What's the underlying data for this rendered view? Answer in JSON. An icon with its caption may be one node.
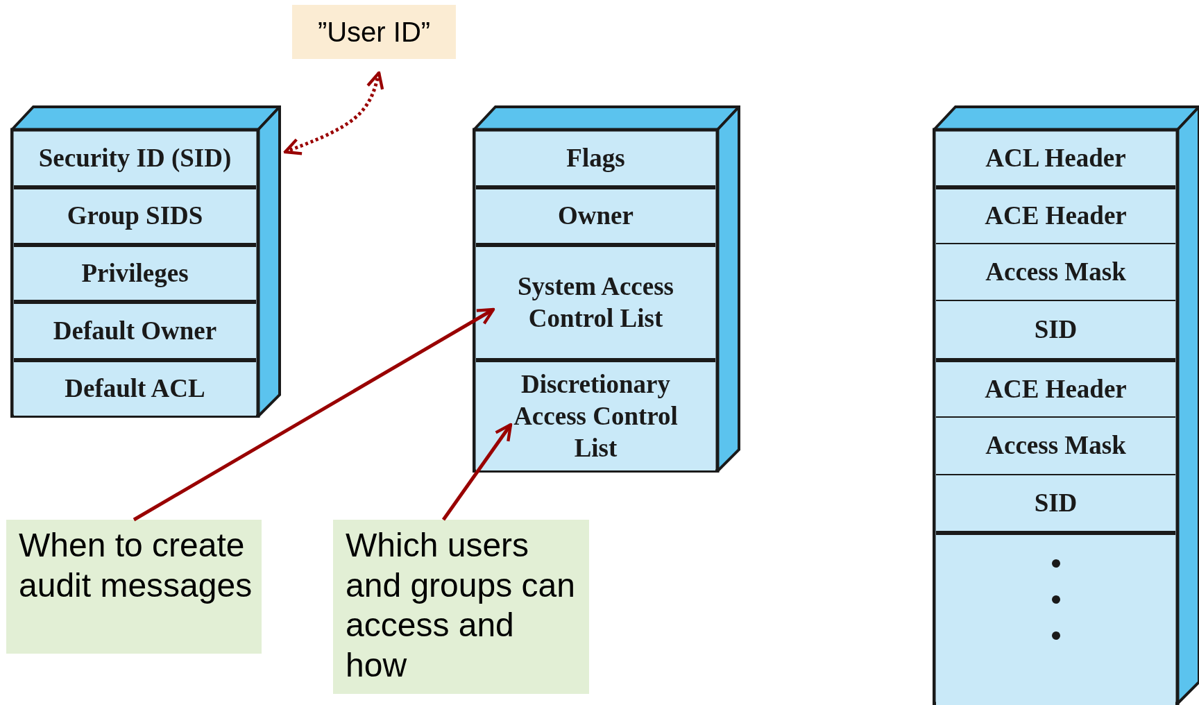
{
  "diagram": {
    "nodes": [
      {
        "text": [
          "”User ID”"
        ]
      },
      {
        "text": [],
        "shape": "box"
      },
      {
        "text": [
          "Security ID (SID)"
        ],
        "in": 1
      },
      {
        "text": [
          "Group SIDS"
        ],
        "in": 1
      },
      {
        "text": [
          "Privileges"
        ],
        "in": 1
      },
      {
        "text": [
          "Default Owner"
        ],
        "in": 1
      },
      {
        "text": [
          "Default ACL"
        ],
        "in": 1
      },
      {
        "text": [],
        "shape": "box"
      },
      {
        "text": [
          "Flags"
        ],
        "in": 7
      },
      {
        "text": [
          "Owner"
        ],
        "in": 7
      },
      {
        "text": [
          "System Access Control List"
        ],
        "in": 7
      },
      {
        "text": [
          "Discretionary Access Control List"
        ],
        "in": 7
      },
      {
        "text": [],
        "shape": "box"
      },
      {
        "text": [
          "ACL Header"
        ],
        "in": 12
      },
      {
        "text": [
          "ACE Header"
        ],
        "in": 12
      },
      {
        "text": [
          "Access Mask"
        ],
        "in": 12
      },
      {
        "text": [
          "SID"
        ],
        "in": 12
      },
      {
        "text": [
          "ACE Header"
        ],
        "in": 12
      },
      {
        "text": [
          "Access Mask"
        ],
        "in": 12
      },
      {
        "text": [
          "SID"
        ],
        "in": 12
      },
      {
        "text": [],
        "shape": "box",
        "in": 12
      },
      {
        "text": [
          "When to create audit messages"
        ]
      },
      {
        "text": [
          "Which users and groups can access and how"
        ]
      }
    ],
    "edges": [
      {
        "from": 0,
        "to": 2,
        "arrow": "both",
        "style": "dashed"
      },
      {
        "from": 21,
        "to": 10,
        "arrow": "to"
      },
      {
        "from": 22,
        "to": 11,
        "arrow": "to"
      }
    ]
  }
}
